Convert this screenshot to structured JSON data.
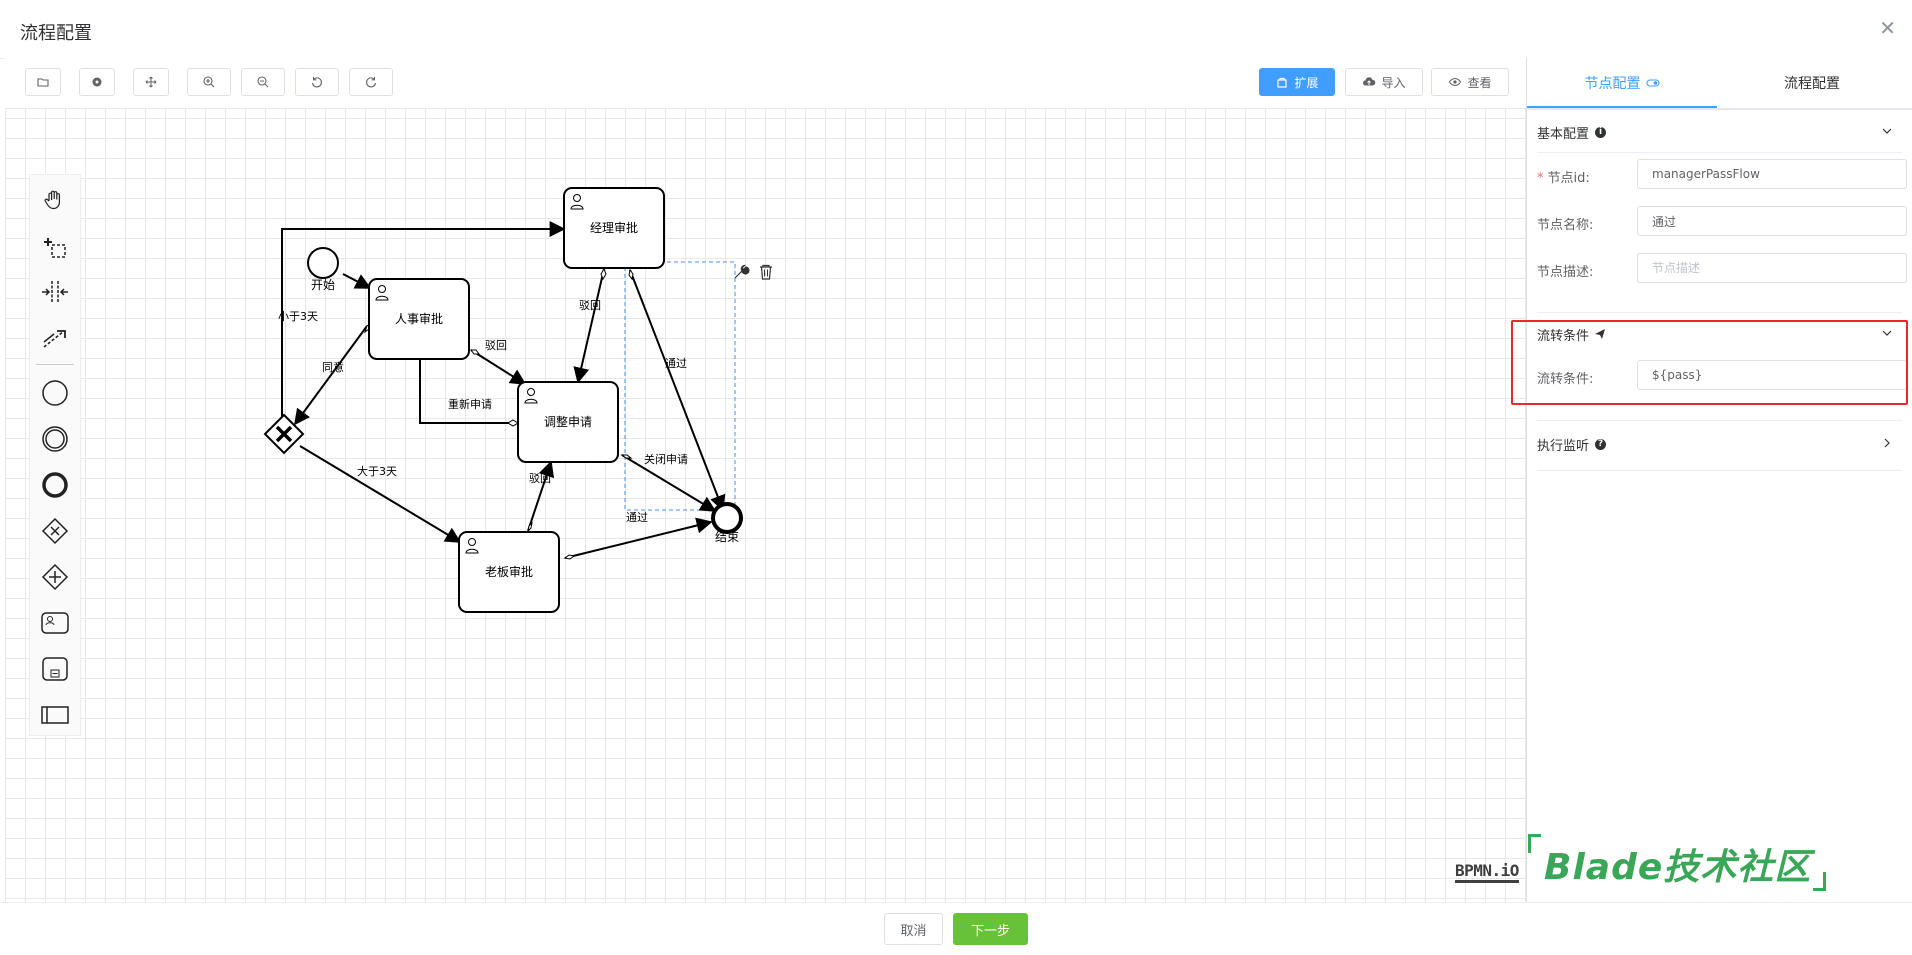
{
  "dialog": {
    "title": "流程配置",
    "close_glyph": "✕"
  },
  "toolbar": {
    "left_buttons": [
      "folder-open-icon",
      "target-icon",
      "move-icon",
      "zoom-in-icon",
      "zoom-out-icon",
      "undo-icon",
      "redo-icon"
    ],
    "extend_label": "扩展",
    "import_label": "导入",
    "view_label": "查看",
    "primary_color": "#409eff"
  },
  "palette": {
    "tools": [
      "hand-tool-icon",
      "lasso-tool-icon",
      "space-tool-icon",
      "global-connect-icon",
      "start-event-icon",
      "intermediate-event-icon",
      "end-event-icon",
      "exclusive-gateway-icon",
      "parallel-gateway-icon",
      "user-task-icon",
      "subprocess-icon",
      "pool-icon"
    ]
  },
  "diagram": {
    "nodes": {
      "start": "开始",
      "hr": "人事审批",
      "manager": "经理审批",
      "adjust": "调整申请",
      "boss": "老板审批",
      "end": "结束"
    },
    "edges": {
      "lt3": "小于3天",
      "agree": "同意",
      "reject1": "驳回",
      "reject2": "驳回",
      "reapply": "重新申请",
      "pass1": "通过",
      "close": "关闭申请",
      "reject3": "驳回",
      "gt3": "大于3天",
      "pass2": "通过"
    }
  },
  "bpmn_logo": "BPMN.iO",
  "panel": {
    "tabs": [
      "节点配置",
      "流程配置"
    ],
    "basic": {
      "title": "基本配置",
      "info_glyph": "i",
      "id_label": "节点id:",
      "id_required": "*",
      "id_value": "managerPassFlow",
      "name_label": "节点名称:",
      "name_value": "通过",
      "desc_label": "节点描述:",
      "desc_placeholder": "节点描述"
    },
    "condition": {
      "title": "流转条件",
      "label": "流转条件:",
      "value": "${pass}"
    },
    "listener": {
      "title": "执行监听",
      "help_glyph": "?"
    }
  },
  "watermark": {
    "text": "Blade技术社区",
    "color": "#3aa657"
  },
  "footer": {
    "cancel_label": "取消",
    "next_label": "下一步",
    "next_color": "#67c23a"
  }
}
